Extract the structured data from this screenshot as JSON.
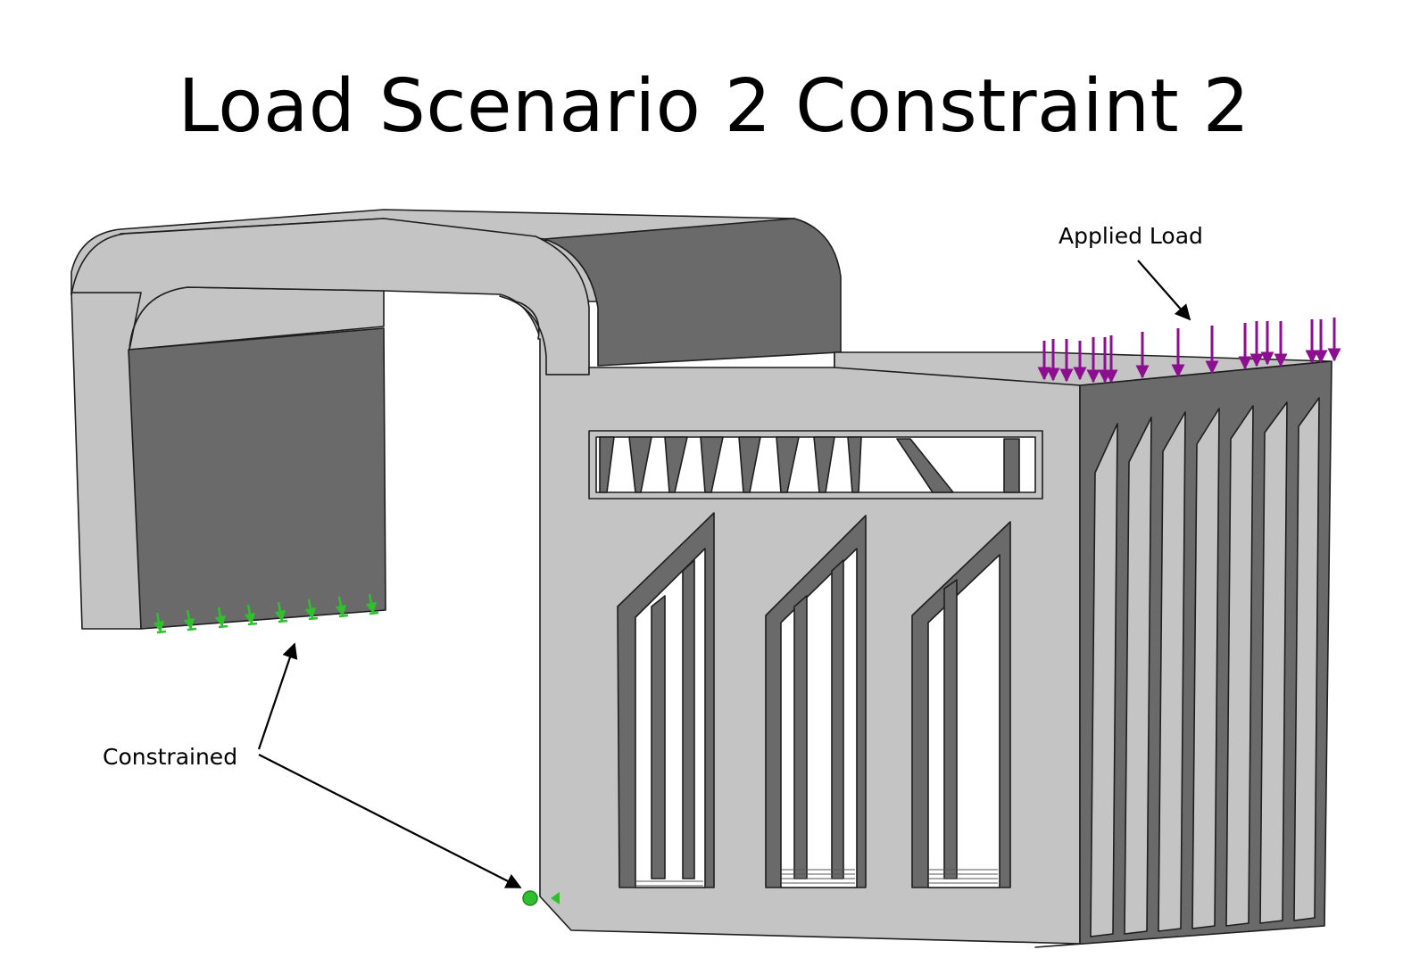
{
  "title": "Load Scenario 2 Constraint 2",
  "annotations": {
    "applied_load": "Applied Load",
    "constrained": "Constrained"
  },
  "colors": {
    "background": "#ffffff",
    "part_light": "#c4c4c4",
    "part_dark": "#6a6a6a",
    "edge": "#1e1e1e",
    "load_arrow": "#8b0f8f",
    "constraint": "#2fbf2f"
  },
  "icons": [
    "load-arrow-icon",
    "constraint-arrow-icon",
    "fixed-support-icon"
  ]
}
